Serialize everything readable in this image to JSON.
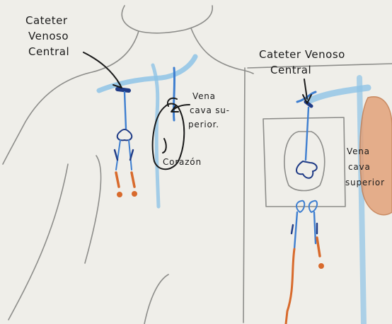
{
  "left_figure": {
    "catheter_label": [
      "Cateter",
      "Venoso",
      "Central"
    ],
    "vena_label": [
      "Vena",
      "cava su-",
      "perior."
    ],
    "heart_label": "Corazón"
  },
  "right_figure": {
    "catheter_label": [
      "Cateter Venoso",
      "Central"
    ],
    "vena_label": [
      "Vena",
      "cava",
      "superior"
    ]
  },
  "colors": {
    "paper": "#efeee9",
    "pencil": "#8d8d8a",
    "ink": "#1a1a1a",
    "vein_blue": "#3f7fd0",
    "light_blue": "#8ec3e6",
    "navy": "#1f3b86",
    "orange": "#d86a2c",
    "heart_orange": "#e3a27a"
  }
}
